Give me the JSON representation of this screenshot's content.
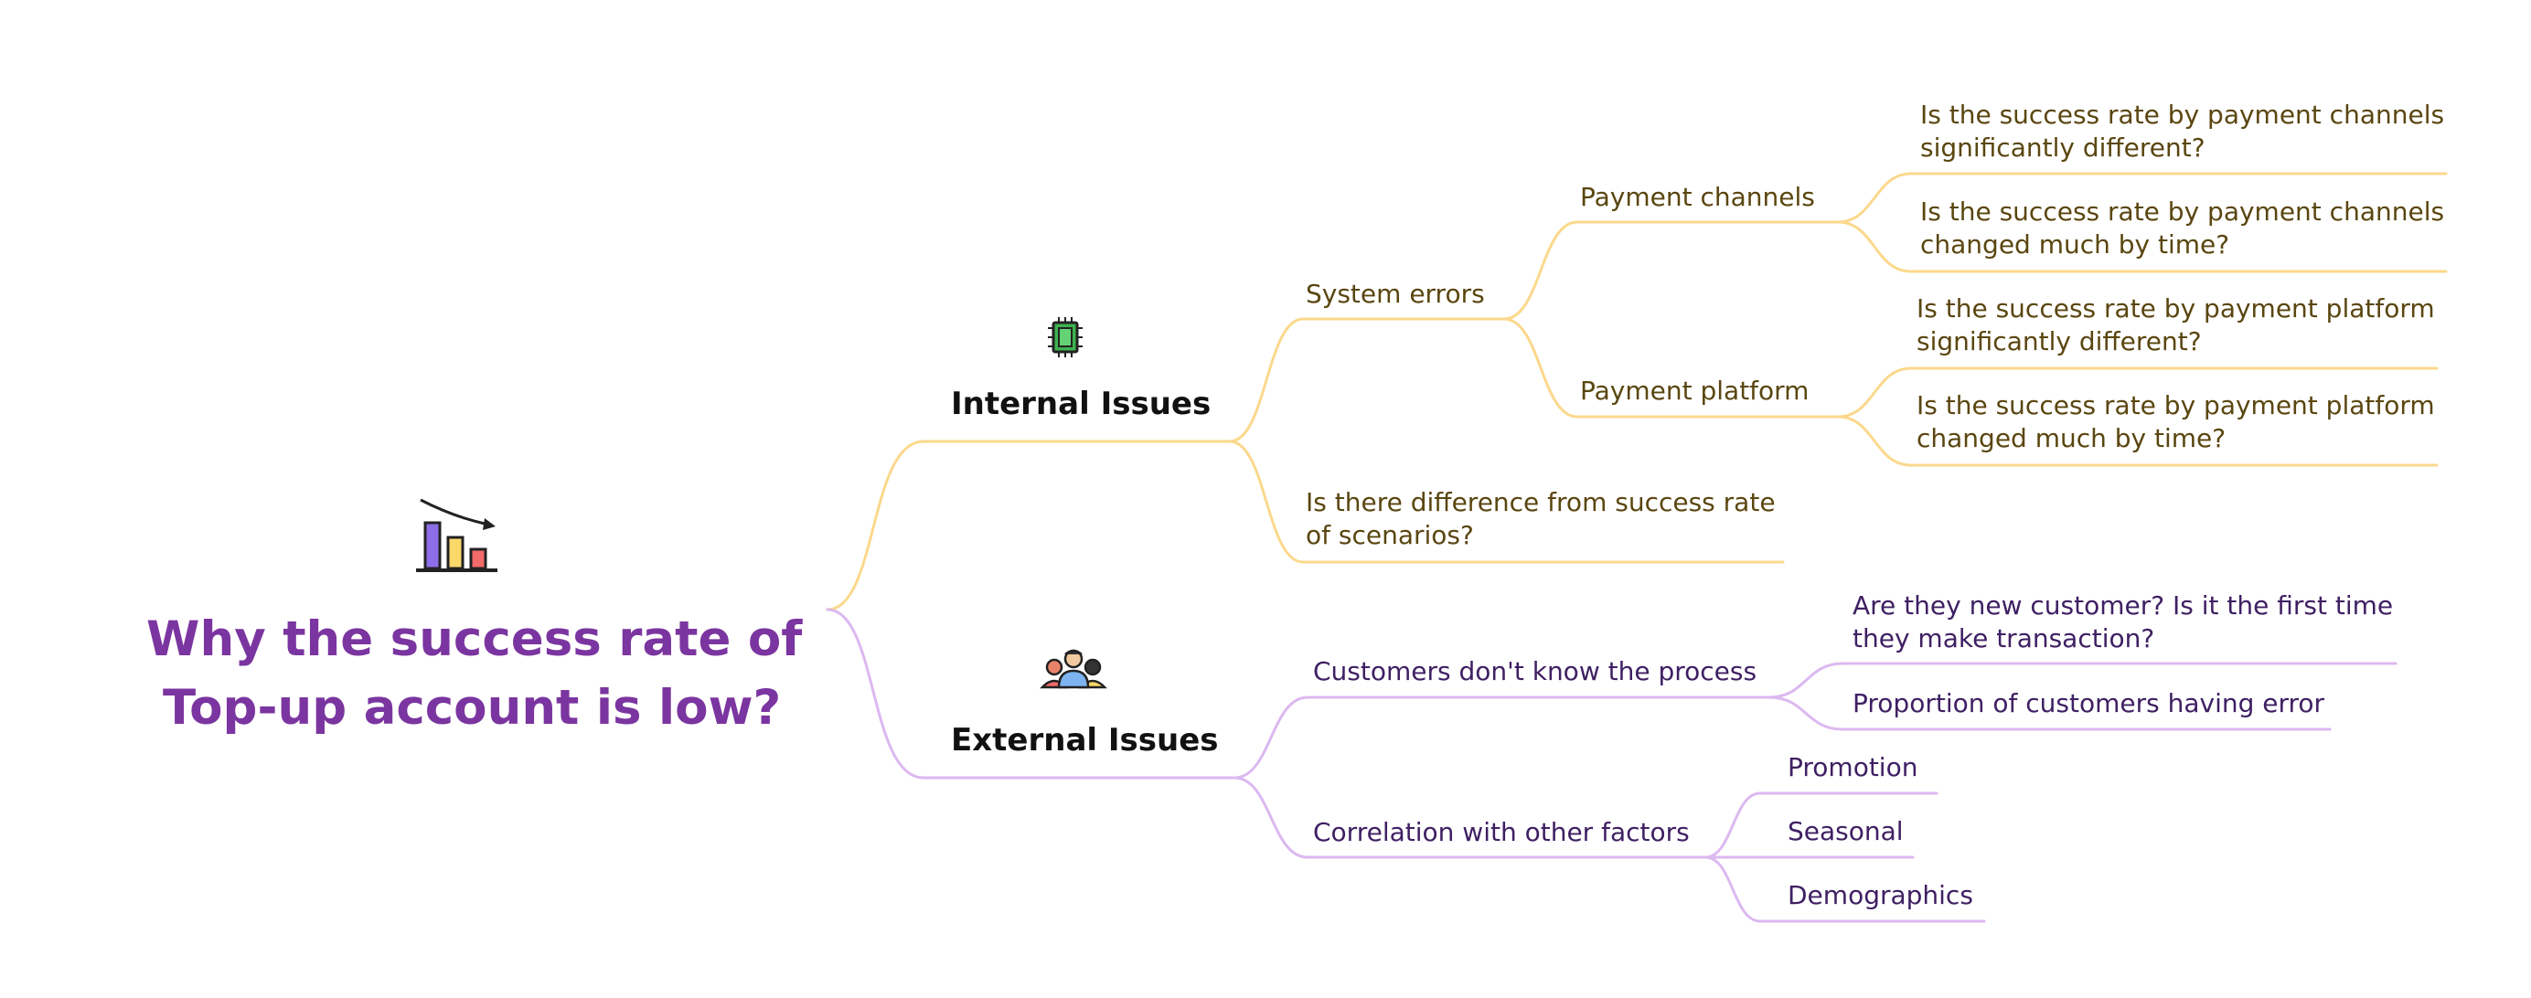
{
  "central": {
    "title_line1": "Why the success rate of",
    "title_line2": "Top-up account is low?",
    "icon": "declining-bar-chart-icon"
  },
  "colors": {
    "title": "#7b35a0",
    "internal_branch": "#fbd88c",
    "external_branch": "#dcb8f0",
    "internal_text": "#5a4610",
    "external_text": "#3f2063"
  },
  "internal": {
    "label": "Internal Issues",
    "icon": "chip-icon",
    "system_errors": {
      "label": "System errors",
      "payment_channels": {
        "label": "Payment channels",
        "q1_line1": "Is the success rate by payment channels",
        "q1_line2": "significantly different?",
        "q2_line1": "Is the success rate by payment channels",
        "q2_line2": "changed much by time?"
      },
      "payment_platform": {
        "label": "Payment platform",
        "q1_line1": "Is the success rate by payment platform",
        "q1_line2": "significantly different?",
        "q2_line1": "Is the success rate by payment platform",
        "q2_line2": "changed much by time?"
      }
    },
    "scenarios": {
      "line1": "Is there difference from success rate",
      "line2": "of scenarios?"
    }
  },
  "external": {
    "label": "External Issues",
    "icon": "people-group-icon",
    "process": {
      "label": "Customers don't know the process",
      "q1_line1": "Are they new customer? Is it the first time",
      "q1_line2": "they make transaction?",
      "q2": "Proportion of customers having error"
    },
    "correlation": {
      "label": "Correlation with other factors",
      "f1": "Promotion",
      "f2": "Seasonal",
      "f3": "Demographics"
    }
  }
}
